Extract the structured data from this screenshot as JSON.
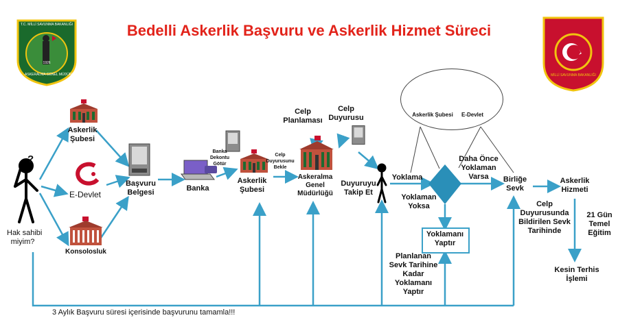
{
  "title": "Bedelli Askerlik Başvuru ve Askerlik Hizmet Süreci",
  "logos": {
    "left_text": "ASKERALMA GENEL MÜDÜRLÜĞÜ",
    "left_top": "T.C. MİLLİ SAVUNMA BAKANLIĞI",
    "left_year": "1926",
    "right_text": "MİLLİ SAVUNMA BAKANLIĞI"
  },
  "colors": {
    "title": "#e2231a",
    "arrow": "#3aa0c8",
    "diamond": "#2a8fb8",
    "edevlet": "#c8102e"
  },
  "nodes": {
    "hak_sahibi": "Hak sahibi\nmiyim?",
    "question_mark": "?",
    "askerlik_subesi_1": "Askerlik\nŞubesi",
    "edevlet_1": "E-Devlet",
    "konsolosluk": "Konsolosluk",
    "basvuru_belgesi": "Başvuru\nBelgesi",
    "banka": "Banka",
    "banka_dekontu": "Banka\nDekontu\nGötür",
    "askerlik_subesi_2": "Askerlik\nŞubesi",
    "celp_duyurusunu_bekle": "Celp\nDuyurusunu\nBekle",
    "askeralma": "Askeralma\nGenel\nMüdürlüğü",
    "celp_planlamasi": "Celp\nPlanlaması",
    "celp_duyurusu": "Celp\nDuyurusu",
    "duyuruyu_takip": "Duyuruyu\nTakip Et",
    "yoklama": "Yoklama",
    "yoklaman_yoksa": "Yoklaman\nYoksa",
    "daha_once": "Daha Önce\nYoklaman\nVarsa",
    "yoklamani_yaptir": "Yoklamanı\nYaptır",
    "planlanan_sevk": "Planlanan\nSevk Tarihine\nKadar\nYoklamanı\nYaptır",
    "birlige_sevk": "Birliğe\nSevk",
    "celp_duyurusunda": "Celp\nDuyurusunda\nBildirilen Sevk\nTarihinde",
    "askerlik_hizmeti": "Askerlik\nHizmeti",
    "temel_egitim": "21 Gün\nTemel\nEğitim",
    "kesin_terhis": "Kesin Terhis\nİşlemi",
    "bubble_askerlik_subesi": "Askerlik Şubesi",
    "bubble_edevlet": "E-Devlet"
  },
  "footer_note": "3 Aylık Başvuru süresi içerisinde başvurunu tamamla!!!"
}
